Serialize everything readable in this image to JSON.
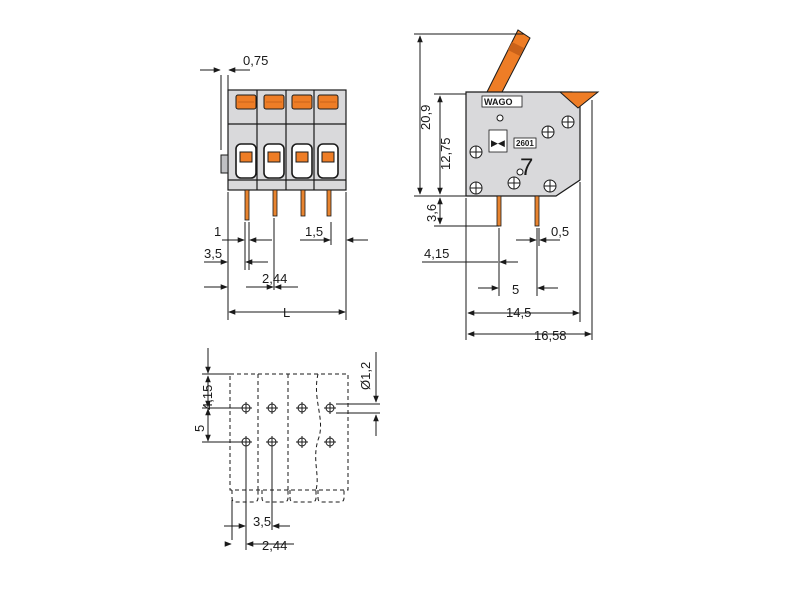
{
  "colors": {
    "housing": "#d9d9db",
    "housing_dark": "#bfc0c3",
    "lever": "#ee7d26",
    "lever_dark": "#c9621a",
    "line": "#1a1a1a",
    "pin": "#e8842f"
  },
  "front_view": {
    "dims": {
      "gap": "0,75",
      "pin_width": "1",
      "pitch_side": "3,5",
      "pitch": "2,44",
      "pin_offset": "1,5",
      "length": "L"
    }
  },
  "side_view": {
    "logo": "WAGO",
    "part_number": "2601",
    "dims": {
      "height_total": "20,9",
      "height_body": "12,75",
      "pin_length": "3,6",
      "pin_offset": "4,15",
      "pin_width": "0,5",
      "pin_spacing": "5",
      "body_width": "14,5",
      "overall_width": "16,58"
    }
  },
  "footprint": {
    "dims": {
      "row_offset": "4,15",
      "row_spacing": "5",
      "hole_diameter": "Ø1,2",
      "pitch_side": "3,5",
      "pitch": "2,44"
    }
  }
}
